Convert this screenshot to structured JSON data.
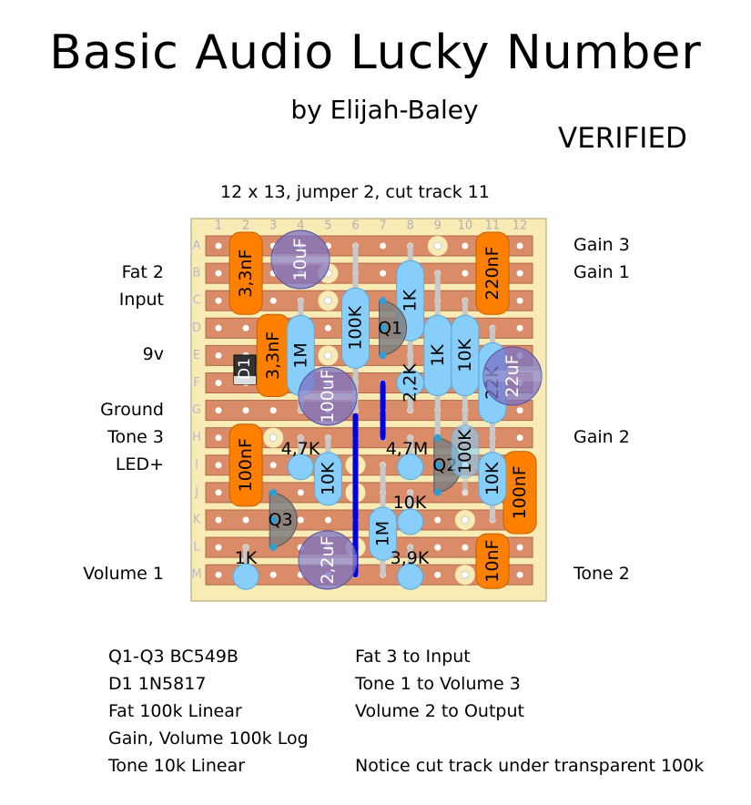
{
  "title": "Basic Audio Lucky Number",
  "author": "by Elijah-Baley",
  "status": "VERIFIED",
  "board_info": "12 x 13, jumper 2, cut track 11",
  "columns": [
    "1",
    "2",
    "3",
    "4",
    "5",
    "6",
    "7",
    "8",
    "9",
    "10",
    "11",
    "12"
  ],
  "rows": [
    "A",
    "B",
    "C",
    "D",
    "E",
    "F",
    "G",
    "H",
    "I",
    "J",
    "K",
    "L",
    "M"
  ],
  "left_labels": [
    {
      "row": "B",
      "text": "Fat 2"
    },
    {
      "row": "C",
      "text": "Input"
    },
    {
      "row": "E",
      "text": "9v"
    },
    {
      "row": "G",
      "text": "Ground"
    },
    {
      "row": "H",
      "text": "Tone 3"
    },
    {
      "row": "I",
      "text": "LED+"
    },
    {
      "row": "M",
      "text": "Volume 1"
    }
  ],
  "right_labels": [
    {
      "row": "A",
      "text": "Gain 3"
    },
    {
      "row": "B",
      "text": "Gain 1"
    },
    {
      "row": "H",
      "text": "Gain 2"
    },
    {
      "row": "M",
      "text": "Tone 2"
    }
  ],
  "components": {
    "r100k_a": "100K",
    "r1k_a": "1K",
    "r1k_b": "1K",
    "r10k_a": "10K",
    "r22k": "22K",
    "r1m_a": "1M",
    "r2k2": "2,2K",
    "r4k7": "4,7K",
    "r10k_b": "10K",
    "r4m7": "4,7M",
    "r100k_b": "100K",
    "r10k_c": "10K",
    "r1m_b": "1M",
    "r10k_d": "10K",
    "r1k_c": "1K",
    "r3k9": "3,9K",
    "c3n3_a": "3,3nF",
    "c3n3_b": "3,3nF",
    "c220n": "220nF",
    "c100n_a": "100nF",
    "c100n_b": "100nF",
    "c10n": "10nF",
    "e10u": "10uF",
    "e100u": "100uF",
    "e22u": "22uF",
    "e2u2": "2,2uF",
    "q1": "Q1",
    "q2": "Q2",
    "q3": "Q3",
    "d1": "D1"
  },
  "notes_left": [
    "Q1-Q3 BC549B",
    "D1 1N5817",
    "Fat 100k Linear",
    "Gain, Volume 100k Log",
    "Tone 10k Linear"
  ],
  "notes_right": [
    "Fat 3 to Input",
    "Tone 1 to Volume 3",
    "Volume 2 to Output",
    "",
    "Notice cut track under transparent 100k"
  ],
  "colors": {
    "board": "#f9ebb5",
    "strip": "#d98c67",
    "resistor": "#87cefa",
    "film_cap": "#ff8000",
    "electrolytic": "#7b72c4",
    "jumper": "#0000e0",
    "transistor": "#7f7f7f"
  }
}
